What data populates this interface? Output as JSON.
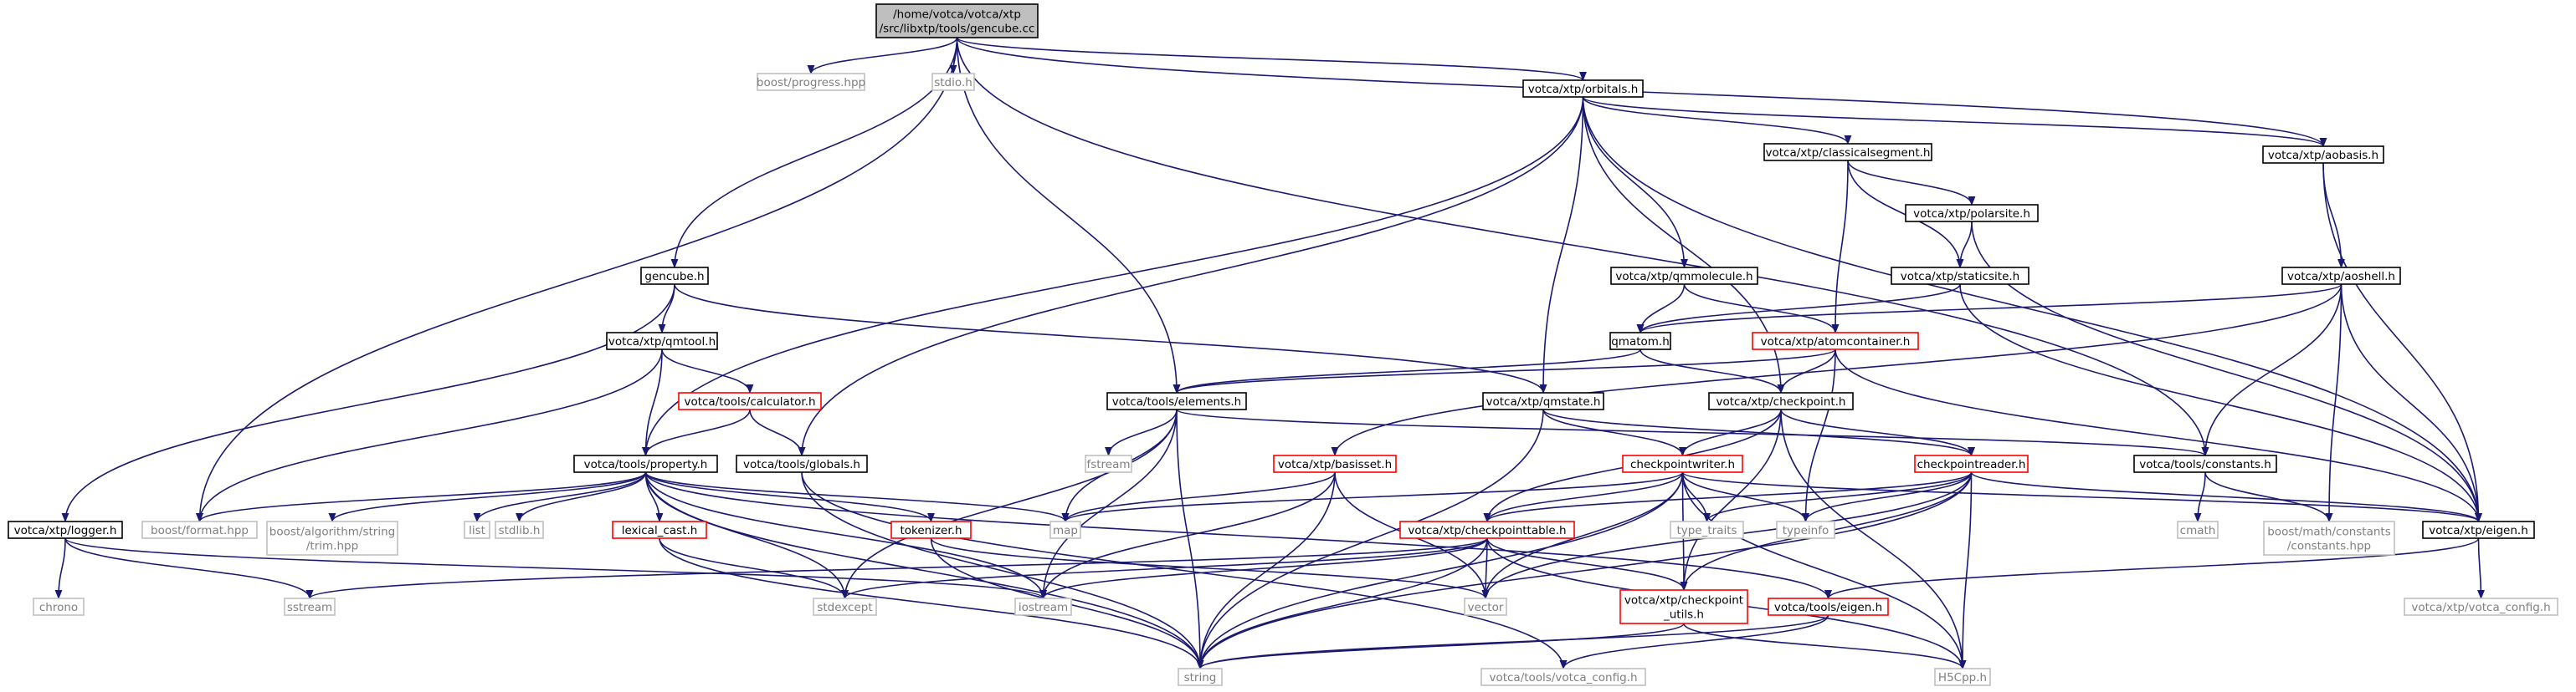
{
  "colors": {
    "edge": "#191970",
    "root_fill": "#bfbfbf",
    "normal_border": "#000000",
    "truncated_border": "#ff0000",
    "system_border": "#bfbfbf",
    "normal_text": "#000000",
    "system_text": "#7f7f7f"
  },
  "nodes": [
    {
      "id": "root",
      "lines": [
        "/home/votca/votca/xtp",
        "/src/libxtp/tools/gencube.cc"
      ],
      "kind": "root"
    },
    {
      "id": "progress",
      "lines": [
        "boost/progress.hpp"
      ],
      "kind": "system"
    },
    {
      "id": "stdio",
      "lines": [
        "stdio.h"
      ],
      "kind": "system"
    },
    {
      "id": "orbitals",
      "lines": [
        "votca/xtp/orbitals.h"
      ],
      "kind": "normal"
    },
    {
      "id": "aobasis",
      "lines": [
        "votca/xtp/aobasis.h"
      ],
      "kind": "normal"
    },
    {
      "id": "classical",
      "lines": [
        "votca/xtp/classicalsegment.h"
      ],
      "kind": "normal"
    },
    {
      "id": "polarsite",
      "lines": [
        "votca/xtp/polarsite.h"
      ],
      "kind": "normal"
    },
    {
      "id": "gencube",
      "lines": [
        "gencube.h"
      ],
      "kind": "normal"
    },
    {
      "id": "qmmolecule",
      "lines": [
        "votca/xtp/qmmolecule.h"
      ],
      "kind": "normal"
    },
    {
      "id": "staticsite",
      "lines": [
        "votca/xtp/staticsite.h"
      ],
      "kind": "normal"
    },
    {
      "id": "aoshell",
      "lines": [
        "votca/xtp/aoshell.h"
      ],
      "kind": "normal"
    },
    {
      "id": "qmtool",
      "lines": [
        "votca/xtp/qmtool.h"
      ],
      "kind": "normal"
    },
    {
      "id": "qmatom",
      "lines": [
        "qmatom.h"
      ],
      "kind": "normal"
    },
    {
      "id": "atomcontainer",
      "lines": [
        "votca/xtp/atomcontainer.h"
      ],
      "kind": "truncated"
    },
    {
      "id": "calculator",
      "lines": [
        "votca/tools/calculator.h"
      ],
      "kind": "truncated"
    },
    {
      "id": "elements",
      "lines": [
        "votca/tools/elements.h"
      ],
      "kind": "normal"
    },
    {
      "id": "qmstate",
      "lines": [
        "votca/xtp/qmstate.h"
      ],
      "kind": "normal"
    },
    {
      "id": "checkpoint",
      "lines": [
        "votca/xtp/checkpoint.h"
      ],
      "kind": "normal"
    },
    {
      "id": "property",
      "lines": [
        "votca/tools/property.h"
      ],
      "kind": "normal"
    },
    {
      "id": "globals",
      "lines": [
        "votca/tools/globals.h"
      ],
      "kind": "normal"
    },
    {
      "id": "fstream",
      "lines": [
        "fstream"
      ],
      "kind": "system"
    },
    {
      "id": "basisset",
      "lines": [
        "votca/xtp/basisset.h"
      ],
      "kind": "truncated"
    },
    {
      "id": "cpwriter",
      "lines": [
        "checkpointwriter.h"
      ],
      "kind": "truncated"
    },
    {
      "id": "cpreader",
      "lines": [
        "checkpointreader.h"
      ],
      "kind": "truncated"
    },
    {
      "id": "constants",
      "lines": [
        "votca/tools/constants.h"
      ],
      "kind": "normal"
    },
    {
      "id": "logger",
      "lines": [
        "votca/xtp/logger.h"
      ],
      "kind": "normal"
    },
    {
      "id": "format",
      "lines": [
        "boost/format.hpp"
      ],
      "kind": "system"
    },
    {
      "id": "trim",
      "lines": [
        "boost/algorithm/string",
        "/trim.hpp"
      ],
      "kind": "system"
    },
    {
      "id": "list",
      "lines": [
        "list"
      ],
      "kind": "system"
    },
    {
      "id": "stdlib",
      "lines": [
        "stdlib.h"
      ],
      "kind": "system"
    },
    {
      "id": "lexical",
      "lines": [
        "lexical_cast.h"
      ],
      "kind": "truncated"
    },
    {
      "id": "tokenizer",
      "lines": [
        "tokenizer.h"
      ],
      "kind": "truncated"
    },
    {
      "id": "map",
      "lines": [
        "map"
      ],
      "kind": "system"
    },
    {
      "id": "cptable",
      "lines": [
        "votca/xtp/checkpointtable.h"
      ],
      "kind": "truncated"
    },
    {
      "id": "type_traits",
      "lines": [
        "type_traits"
      ],
      "kind": "system"
    },
    {
      "id": "typeinfo",
      "lines": [
        "typeinfo"
      ],
      "kind": "system"
    },
    {
      "id": "cmath",
      "lines": [
        "cmath"
      ],
      "kind": "system"
    },
    {
      "id": "mathconst",
      "lines": [
        "boost/math/constants",
        "/constants.hpp"
      ],
      "kind": "system"
    },
    {
      "id": "eigenxtp",
      "lines": [
        "votca/xtp/eigen.h"
      ],
      "kind": "normal"
    },
    {
      "id": "chrono",
      "lines": [
        "chrono"
      ],
      "kind": "system"
    },
    {
      "id": "sstream",
      "lines": [
        "sstream"
      ],
      "kind": "system"
    },
    {
      "id": "stdexcept",
      "lines": [
        "stdexcept"
      ],
      "kind": "system"
    },
    {
      "id": "iostream",
      "lines": [
        "iostream"
      ],
      "kind": "system"
    },
    {
      "id": "vector",
      "lines": [
        "vector"
      ],
      "kind": "system"
    },
    {
      "id": "cputils",
      "lines": [
        "votca/xtp/checkpoint",
        "_utils.h"
      ],
      "kind": "truncated"
    },
    {
      "id": "eigentools",
      "lines": [
        "votca/tools/eigen.h"
      ],
      "kind": "truncated"
    },
    {
      "id": "xtpvotcaconfig",
      "lines": [
        "votca/xtp/votca_config.h"
      ],
      "kind": "system"
    },
    {
      "id": "string",
      "lines": [
        "string"
      ],
      "kind": "system"
    },
    {
      "id": "toolsvotcaconfig",
      "lines": [
        "votca/tools/votca_config.h"
      ],
      "kind": "system"
    },
    {
      "id": "h5cpp",
      "lines": [
        "H5Cpp.h"
      ],
      "kind": "system"
    }
  ],
  "edges": [
    [
      "root",
      "progress"
    ],
    [
      "root",
      "stdio"
    ],
    [
      "root",
      "orbitals"
    ],
    [
      "root",
      "aobasis"
    ],
    [
      "root",
      "gencube"
    ],
    [
      "root",
      "format"
    ],
    [
      "root",
      "elements"
    ],
    [
      "root",
      "constants"
    ],
    [
      "orbitals",
      "classical"
    ],
    [
      "orbitals",
      "aobasis"
    ],
    [
      "orbitals",
      "qmmolecule"
    ],
    [
      "orbitals",
      "qmstate"
    ],
    [
      "orbitals",
      "checkpoint"
    ],
    [
      "orbitals",
      "property"
    ],
    [
      "orbitals",
      "globals"
    ],
    [
      "orbitals",
      "eigenxtp"
    ],
    [
      "aobasis",
      "aoshell"
    ],
    [
      "aobasis",
      "eigenxtp"
    ],
    [
      "classical",
      "polarsite"
    ],
    [
      "classical",
      "staticsite"
    ],
    [
      "classical",
      "atomcontainer"
    ],
    [
      "polarsite",
      "staticsite"
    ],
    [
      "polarsite",
      "eigenxtp"
    ],
    [
      "gencube",
      "qmtool"
    ],
    [
      "gencube",
      "qmstate"
    ],
    [
      "gencube",
      "logger"
    ],
    [
      "qmmolecule",
      "qmatom"
    ],
    [
      "qmmolecule",
      "atomcontainer"
    ],
    [
      "staticsite",
      "qmatom"
    ],
    [
      "staticsite",
      "eigenxtp"
    ],
    [
      "aoshell",
      "qmatom"
    ],
    [
      "aoshell",
      "basisset"
    ],
    [
      "aoshell",
      "constants"
    ],
    [
      "aoshell",
      "mathconst"
    ],
    [
      "aoshell",
      "eigenxtp"
    ],
    [
      "qmtool",
      "calculator"
    ],
    [
      "qmtool",
      "property"
    ],
    [
      "qmtool",
      "format"
    ],
    [
      "qmatom",
      "elements"
    ],
    [
      "qmatom",
      "checkpoint"
    ],
    [
      "atomcontainer",
      "elements"
    ],
    [
      "atomcontainer",
      "checkpoint"
    ],
    [
      "atomcontainer",
      "typeinfo"
    ],
    [
      "atomcontainer",
      "eigenxtp"
    ],
    [
      "calculator",
      "property"
    ],
    [
      "calculator",
      "globals"
    ],
    [
      "elements",
      "fstream"
    ],
    [
      "elements",
      "map"
    ],
    [
      "elements",
      "string"
    ],
    [
      "elements",
      "iostream"
    ],
    [
      "elements",
      "stdexcept"
    ],
    [
      "elements",
      "constants"
    ],
    [
      "qmstate",
      "string"
    ],
    [
      "qmstate",
      "cpwriter"
    ],
    [
      "qmstate",
      "cpreader"
    ],
    [
      "checkpoint",
      "cpwriter"
    ],
    [
      "checkpoint",
      "cpreader"
    ],
    [
      "checkpoint",
      "cptable"
    ],
    [
      "checkpoint",
      "h5cpp"
    ],
    [
      "checkpoint",
      "cputils"
    ],
    [
      "property",
      "format"
    ],
    [
      "property",
      "trim"
    ],
    [
      "property",
      "list"
    ],
    [
      "property",
      "stdlib"
    ],
    [
      "property",
      "lexical"
    ],
    [
      "property",
      "tokenizer"
    ],
    [
      "property",
      "map"
    ],
    [
      "property",
      "string"
    ],
    [
      "property",
      "stdexcept"
    ],
    [
      "property",
      "iostream"
    ],
    [
      "property",
      "eigentools"
    ],
    [
      "globals",
      "string"
    ],
    [
      "globals",
      "toolsvotcaconfig"
    ],
    [
      "basisset",
      "map"
    ],
    [
      "basisset",
      "string"
    ],
    [
      "basisset",
      "vector"
    ],
    [
      "basisset",
      "iostream"
    ],
    [
      "cpwriter",
      "cptable"
    ],
    [
      "cpwriter",
      "type_traits"
    ],
    [
      "cpwriter",
      "typeinfo"
    ],
    [
      "cpwriter",
      "map"
    ],
    [
      "cpwriter",
      "vector"
    ],
    [
      "cpwriter",
      "string"
    ],
    [
      "cpwriter",
      "cputils"
    ],
    [
      "cpwriter",
      "h5cpp"
    ],
    [
      "cpwriter",
      "eigenxtp"
    ],
    [
      "cpreader",
      "cptable"
    ],
    [
      "cpreader",
      "type_traits"
    ],
    [
      "cpreader",
      "typeinfo"
    ],
    [
      "cpreader",
      "vector"
    ],
    [
      "cpreader",
      "string"
    ],
    [
      "cpreader",
      "cputils"
    ],
    [
      "cpreader",
      "h5cpp"
    ],
    [
      "cpreader",
      "eigenxtp"
    ],
    [
      "constants",
      "cmath"
    ],
    [
      "constants",
      "mathconst"
    ],
    [
      "logger",
      "chrono"
    ],
    [
      "logger",
      "sstream"
    ],
    [
      "logger",
      "iostream"
    ],
    [
      "lexical",
      "stdexcept"
    ],
    [
      "lexical",
      "string"
    ],
    [
      "tokenizer",
      "string"
    ],
    [
      "tokenizer",
      "vector"
    ],
    [
      "cptable",
      "sstream"
    ],
    [
      "cptable",
      "stdexcept"
    ],
    [
      "cptable",
      "iostream"
    ],
    [
      "cptable",
      "vector"
    ],
    [
      "cptable",
      "string"
    ],
    [
      "cptable",
      "cputils"
    ],
    [
      "cptable",
      "h5cpp"
    ],
    [
      "eigenxtp",
      "eigentools"
    ],
    [
      "eigenxtp",
      "xtpvotcaconfig"
    ],
    [
      "cputils",
      "string"
    ],
    [
      "eigentools",
      "string"
    ],
    [
      "eigentools",
      "toolsvotcaconfig"
    ],
    [
      "cputils",
      "h5cpp"
    ]
  ]
}
